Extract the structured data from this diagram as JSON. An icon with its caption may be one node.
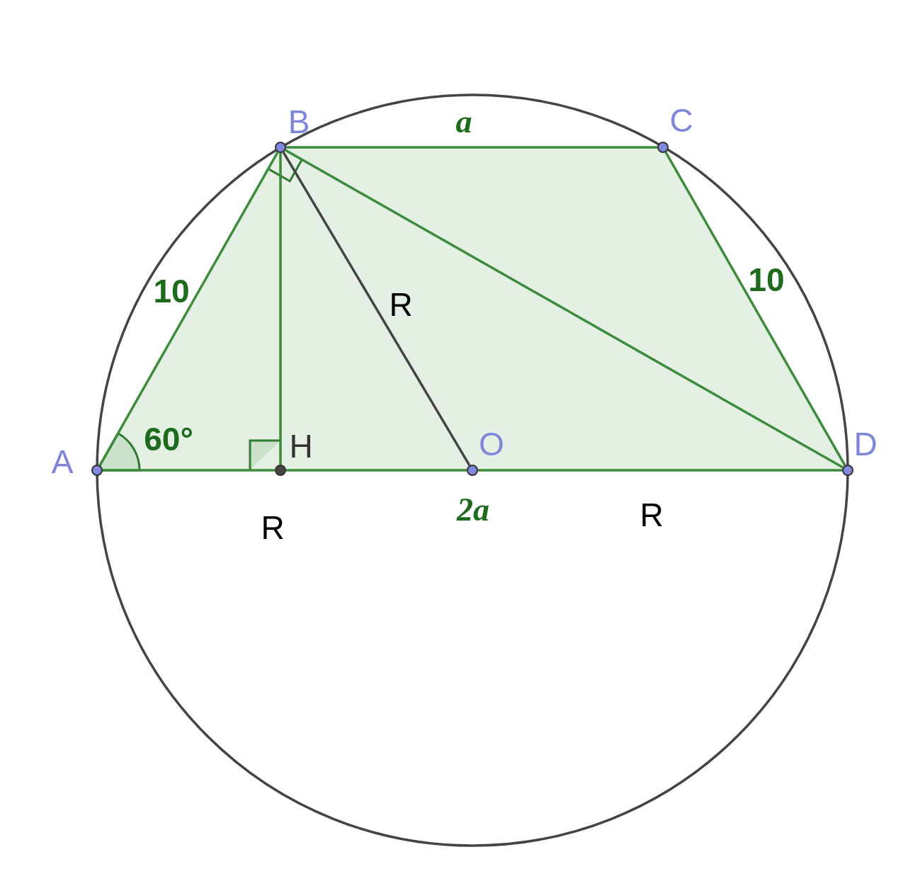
{
  "diagram": {
    "nodes": [
      {
        "text": [],
        "shape": "circle",
        "beside": [
          "A"
        ]
      },
      {
        "text": [],
        "shape": "circle",
        "beside": [
          "B"
        ]
      },
      {
        "text": [],
        "shape": "circle",
        "beside": [
          "C"
        ]
      },
      {
        "text": [],
        "shape": "circle",
        "beside": [
          "D"
        ]
      },
      {
        "text": [],
        "shape": "circle",
        "beside": [
          "O"
        ]
      },
      {
        "text": [],
        "shape": "circle",
        "beside": [
          "H"
        ]
      }
    ],
    "edges": [
      {
        "from": 0,
        "to": 1,
        "arrow": "none",
        "label": "10"
      },
      {
        "from": 1,
        "to": 2,
        "arrow": "none",
        "label": "a"
      },
      {
        "from": 2,
        "to": 3,
        "arrow": "none",
        "label": "10"
      },
      {
        "from": 0,
        "to": 5,
        "arrow": "none"
      },
      {
        "from": 5,
        "to": 4,
        "arrow": "none"
      },
      {
        "from": 4,
        "to": 3,
        "arrow": "none"
      },
      {
        "from": 1,
        "to": 5,
        "arrow": "none"
      },
      {
        "from": 1,
        "to": 4,
        "arrow": "none",
        "label": "R",
        "color": "#444444"
      },
      {
        "from": 1,
        "to": 3,
        "arrow": "none"
      }
    ],
    "labels": [
      "60°",
      "R",
      "2a",
      "R"
    ]
  }
}
